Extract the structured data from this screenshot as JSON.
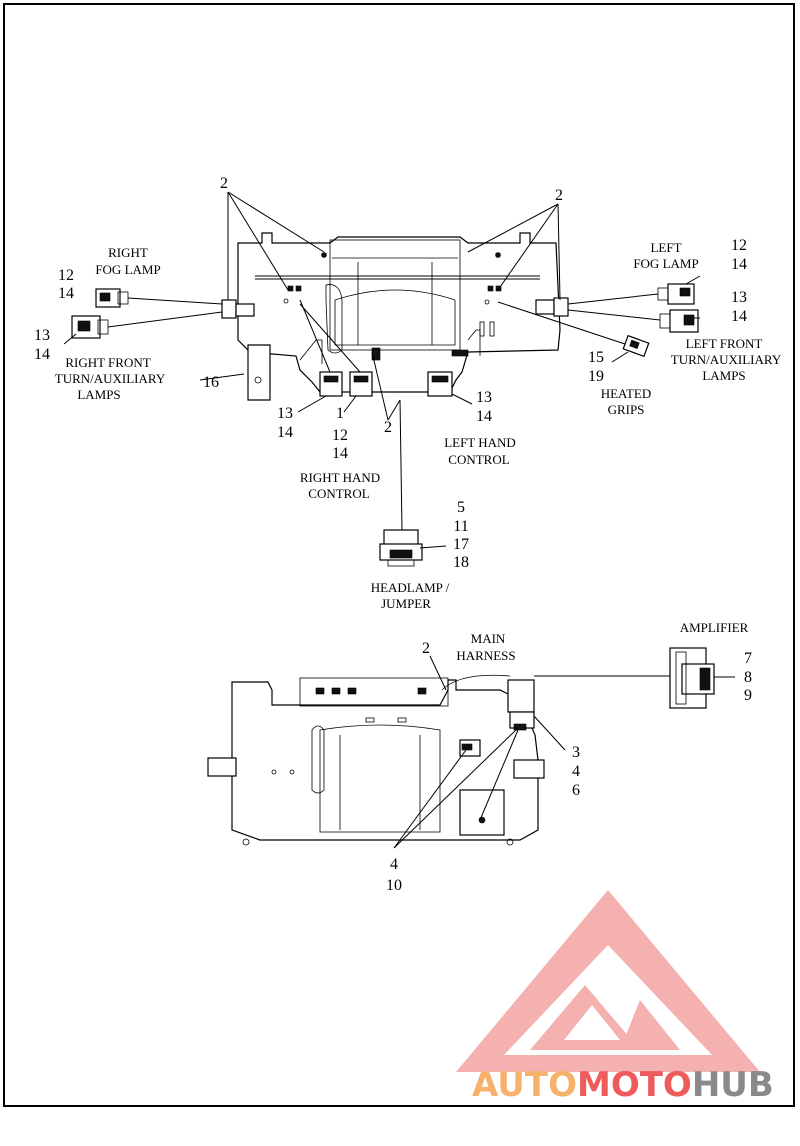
{
  "callouts": {
    "upper": {
      "left_group_2": "2",
      "right_group_2": "2",
      "right_fog_12": "12",
      "right_fog_14": "14",
      "right_turn_13": "13",
      "right_turn_14": "14",
      "bracket_16": "16",
      "rhc_13": "13",
      "rhc_14": "14",
      "rhc_1": "1",
      "rhc_12": "12",
      "rhc_14b": "14",
      "center_2": "2",
      "lhc_13": "13",
      "lhc_14": "14",
      "left_fog_12": "12",
      "left_fog_14": "14",
      "left_turn_13": "13",
      "left_turn_14": "14",
      "grips_15": "15",
      "grips_19": "19",
      "head_5": "5",
      "head_11": "11",
      "head_17": "17",
      "head_18": "18"
    },
    "lower": {
      "main_2": "2",
      "amp_7": "7",
      "amp_8": "8",
      "amp_9": "9",
      "conn_3": "3",
      "conn_4": "4",
      "conn_6": "6",
      "bot_4": "4",
      "bot_10": "10"
    }
  },
  "labels": {
    "right_fog_lamp": [
      "RIGHT",
      "FOG LAMP"
    ],
    "left_fog_lamp": [
      "LEFT",
      "FOG LAMP"
    ],
    "right_front_turn": [
      "RIGHT FRONT",
      "TURN/AUXILIARY",
      "LAMPS"
    ],
    "left_front_turn": [
      "LEFT FRONT",
      "TURN/AUXILIARY",
      "LAMPS"
    ],
    "heated_grips": [
      "HEATED",
      "GRIPS"
    ],
    "left_hand_control": [
      "LEFT HAND",
      "CONTROL"
    ],
    "right_hand_control": [
      "RIGHT HAND",
      "CONTROL"
    ],
    "headlamp_jumper": [
      "HEADLAMP /",
      "JUMPER"
    ],
    "main_harness": [
      "MAIN",
      "HARNESS"
    ],
    "amplifier": "AMPLIFIER"
  },
  "logo": {
    "part1": "AUTO",
    "part2": "MOTO",
    "part3": "HUB",
    "color_orange": "#f6b26b",
    "color_red": "#ef5a5a",
    "color_gray": "#8a8a8a"
  }
}
